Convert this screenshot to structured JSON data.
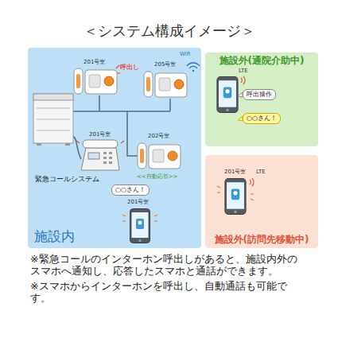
{
  "diagram": {
    "title": "＜システム構成イメージ＞",
    "nodes": [
      {
        "text": [
          "施設内"
        ]
      },
      {
        "text": [
          "○○さん！"
        ],
        "in": 0
      },
      {
        "text": [
          "施設外(通院介助中)"
        ]
      },
      {
        "text": [
          "呼出操作"
        ],
        "in": 2
      },
      {
        "text": [
          "○○さん！"
        ],
        "in": 2
      },
      {
        "text": [
          "施設外(訪問先移動中)"
        ]
      }
    ],
    "labels": [
      "201号室",
      "呼出し",
      "Wifi",
      "205号室",
      "201号室",
      "202号室",
      "<<自動応答>>",
      "緊急コールシステム",
      "201号室",
      "LTE",
      "201号室",
      "LTE",
      "※緊急コールのインターホン呼出しがあると、施設内外の スマホへ通知し、応答したスマホと通話ができます。",
      "※スマホからインターホンを呼出し、自動通話も可能です。"
    ]
  }
}
